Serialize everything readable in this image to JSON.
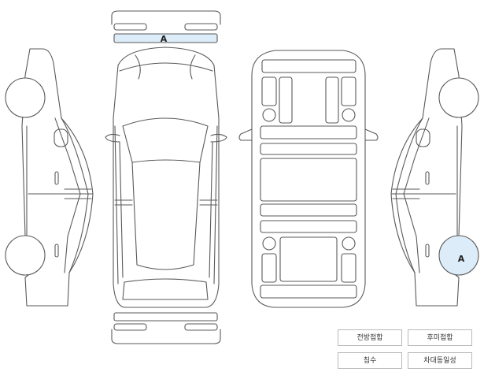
{
  "colors": {
    "stroke": "#5a5a5a",
    "highlight_fill": "#dcecf8",
    "button_border": "#b9b9b9",
    "button_text": "#333333"
  },
  "markers": {
    "front_bumper": "A",
    "right_rear_wheel": "A"
  },
  "buttons": {
    "front_collision": "전방접합",
    "rear_collision": "후미접합",
    "flood": "침수",
    "identity_check": "차대동일성"
  }
}
